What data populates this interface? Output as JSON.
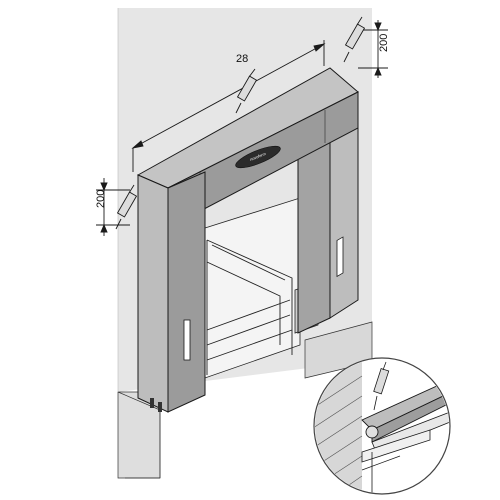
{
  "dimensions": {
    "width_label": "28",
    "depth_top_label": "200",
    "depth_left_label": "200"
  },
  "branding": {
    "logo_text": "novoferm"
  },
  "colors": {
    "wall": "#e6e6e6",
    "wall_shade": "#d2d2d2",
    "shelter_face": "#9b9b9b",
    "shelter_side": "#bdbdbd",
    "shelter_top": "#c4c4c4",
    "outline": "#1a1a1a",
    "background": "#ffffff"
  }
}
